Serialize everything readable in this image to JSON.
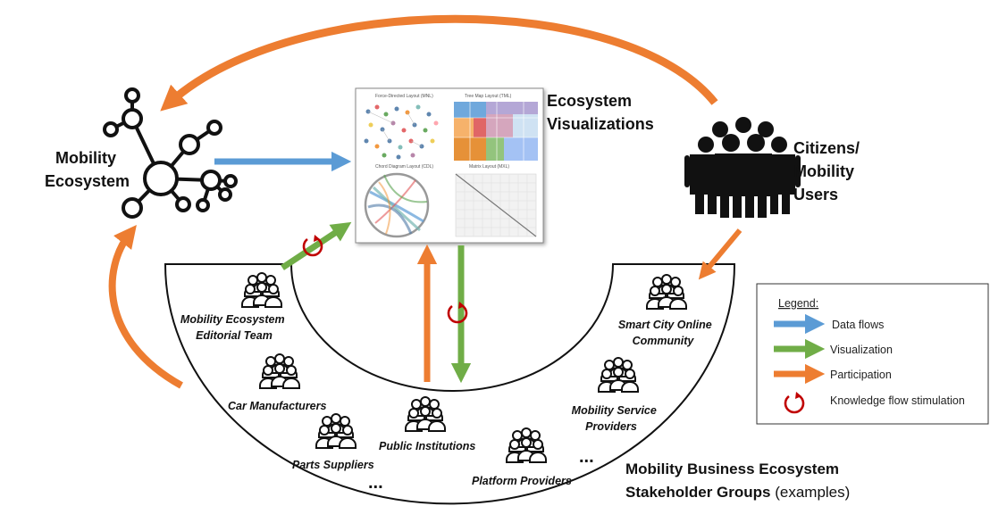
{
  "labels": {
    "mobility_ecosystem": [
      "Mobility",
      "Ecosystem"
    ],
    "ecosystem_visualizations": [
      "Ecosystem",
      "Visualizations"
    ],
    "citizens": [
      "Citizens/",
      "Mobility",
      "Users"
    ],
    "business_title": "Mobility Business Ecosystem",
    "stakeholder_bold": "Stakeholder Groups",
    "stakeholder_rest": "(examples)"
  },
  "panels": {
    "force": "Force-Directed Layout (MNL)",
    "tree": "Tree Map Layout (TML)",
    "chord": "Chord Diagram Layout (CDL)",
    "matrix": "Matrix Layout (MXL)"
  },
  "groups": {
    "editorial": [
      "Mobility Ecosystem",
      "Editorial Team"
    ],
    "car": "Car Manufacturers",
    "parts": "Parts Suppliers",
    "public": "Public Institutions",
    "platform": "Platform Providers",
    "service": [
      "Mobility Service",
      "Providers"
    ],
    "smartcity": [
      "Smart City Online",
      "Community"
    ],
    "ellipsis": "..."
  },
  "legend": {
    "title": "Legend:",
    "items": [
      {
        "label": "Data flows",
        "color": "#5b9bd5",
        "icon": "arrow"
      },
      {
        "label": "Visualization",
        "color": "#70ad47",
        "icon": "arrow"
      },
      {
        "label": "Participation",
        "color": "#ed7d31",
        "icon": "arrow"
      },
      {
        "label": "Knowledge flow stimulation",
        "color": "#c00000",
        "icon": "cycle"
      }
    ]
  },
  "colors": {
    "data_flow": "#5b9bd5",
    "visualization": "#70ad47",
    "participation": "#ed7d31",
    "knowledge": "#c00000"
  }
}
